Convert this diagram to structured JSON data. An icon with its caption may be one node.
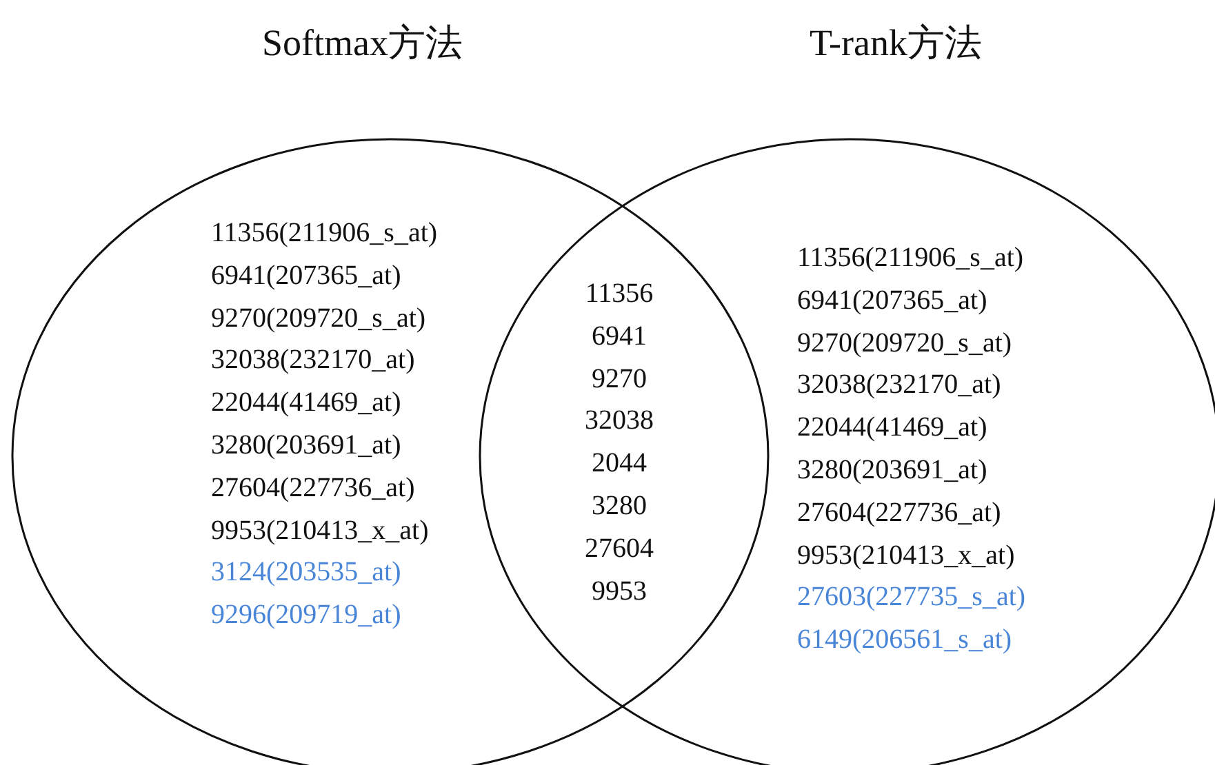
{
  "diagram": {
    "nodes": [
      {
        "text": [
          "Softmax方法",
          "11356(211906_s_at)",
          "6941(207365_at)",
          "9270(209720_s_at)",
          "32038(232170_at)",
          "22044(41469_at)",
          "3280(203691_at)",
          "27604(227736_at)",
          "9953(210413_x_at)",
          "3124(203535_at)",
          "9296(209719_at)"
        ]
      },
      {
        "text": [
          "T-rank方法",
          "11356(211906_s_at)",
          "6941(207365_at)",
          "9270(209720_s_at)",
          "32038(232170_at)",
          "22044(41469_at)",
          "3280(203691_at)",
          "27604(227736_at)",
          "9953(210413_x_at)",
          "27603(227735_s_at)",
          "6149(206561_s_at)"
        ]
      }
    ],
    "labels": [
      "11356",
      "6941",
      "9270",
      "32038",
      "2044",
      "3280",
      "27604",
      "9953"
    ]
  }
}
